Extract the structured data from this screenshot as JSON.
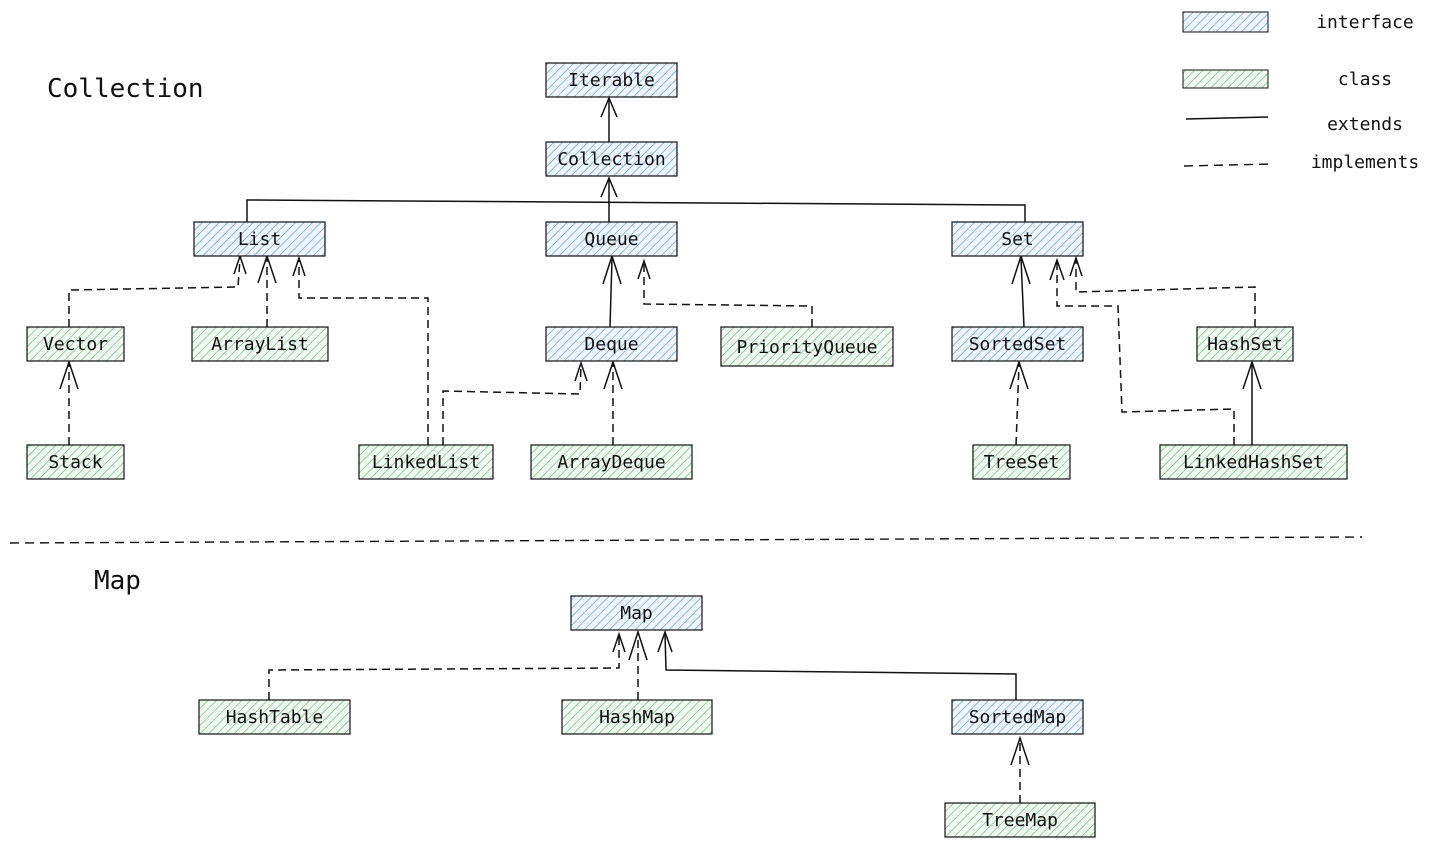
{
  "sections": {
    "collection_title": "Collection",
    "map_title": "Map"
  },
  "legend": {
    "interface": "interface",
    "class": "class",
    "extends": "extends",
    "implements": "implements"
  },
  "colors": {
    "interface_hatch": "#4d90d6",
    "interface_fill": "#eef5fc",
    "class_hatch": "#5ab36a",
    "class_fill": "#f0f9f1",
    "stroke": "#111111"
  },
  "nodes": {
    "iterable": {
      "label": "Iterable",
      "kind": "interface"
    },
    "collection": {
      "label": "Collection",
      "kind": "interface"
    },
    "list": {
      "label": "List",
      "kind": "interface"
    },
    "queue": {
      "label": "Queue",
      "kind": "interface"
    },
    "set": {
      "label": "Set",
      "kind": "interface"
    },
    "vector": {
      "label": "Vector",
      "kind": "class"
    },
    "arraylist": {
      "label": "ArrayList",
      "kind": "class"
    },
    "deque": {
      "label": "Deque",
      "kind": "interface"
    },
    "priorityqueue": {
      "label": "PriorityQueue",
      "kind": "class"
    },
    "sortedset": {
      "label": "SortedSet",
      "kind": "interface"
    },
    "hashset": {
      "label": "HashSet",
      "kind": "class"
    },
    "stack": {
      "label": "Stack",
      "kind": "class"
    },
    "linkedlist": {
      "label": "LinkedList",
      "kind": "class"
    },
    "arraydeque": {
      "label": "ArrayDeque",
      "kind": "class"
    },
    "treeset": {
      "label": "TreeSet",
      "kind": "class"
    },
    "linkedhashset": {
      "label": "LinkedHashSet",
      "kind": "class"
    },
    "map": {
      "label": "Map",
      "kind": "interface"
    },
    "hashtable": {
      "label": "HashTable",
      "kind": "class"
    },
    "hashmap": {
      "label": "HashMap",
      "kind": "class"
    },
    "sortedmap": {
      "label": "SortedMap",
      "kind": "interface"
    },
    "treemap": {
      "label": "TreeMap",
      "kind": "class"
    }
  },
  "relations": [
    {
      "from": "Collection",
      "to": "Iterable",
      "type": "extends"
    },
    {
      "from": "List",
      "to": "Collection",
      "type": "extends"
    },
    {
      "from": "Queue",
      "to": "Collection",
      "type": "extends"
    },
    {
      "from": "Set",
      "to": "Collection",
      "type": "extends"
    },
    {
      "from": "Vector",
      "to": "List",
      "type": "implements"
    },
    {
      "from": "ArrayList",
      "to": "List",
      "type": "implements"
    },
    {
      "from": "LinkedList",
      "to": "List",
      "type": "implements"
    },
    {
      "from": "Deque",
      "to": "Queue",
      "type": "extends"
    },
    {
      "from": "PriorityQueue",
      "to": "Queue",
      "type": "implements"
    },
    {
      "from": "SortedSet",
      "to": "Set",
      "type": "extends"
    },
    {
      "from": "HashSet",
      "to": "Set",
      "type": "implements"
    },
    {
      "from": "Stack",
      "to": "Vector",
      "type": "implements"
    },
    {
      "from": "LinkedList",
      "to": "Deque",
      "type": "implements"
    },
    {
      "from": "ArrayDeque",
      "to": "Deque",
      "type": "implements"
    },
    {
      "from": "TreeSet",
      "to": "SortedSet",
      "type": "implements"
    },
    {
      "from": "LinkedHashSet",
      "to": "HashSet",
      "type": "extends"
    },
    {
      "from": "LinkedHashSet",
      "to": "Set",
      "type": "implements"
    },
    {
      "from": "HashTable",
      "to": "Map",
      "type": "implements"
    },
    {
      "from": "HashMap",
      "to": "Map",
      "type": "implements"
    },
    {
      "from": "SortedMap",
      "to": "Map",
      "type": "extends"
    },
    {
      "from": "TreeMap",
      "to": "SortedMap",
      "type": "implements"
    }
  ]
}
